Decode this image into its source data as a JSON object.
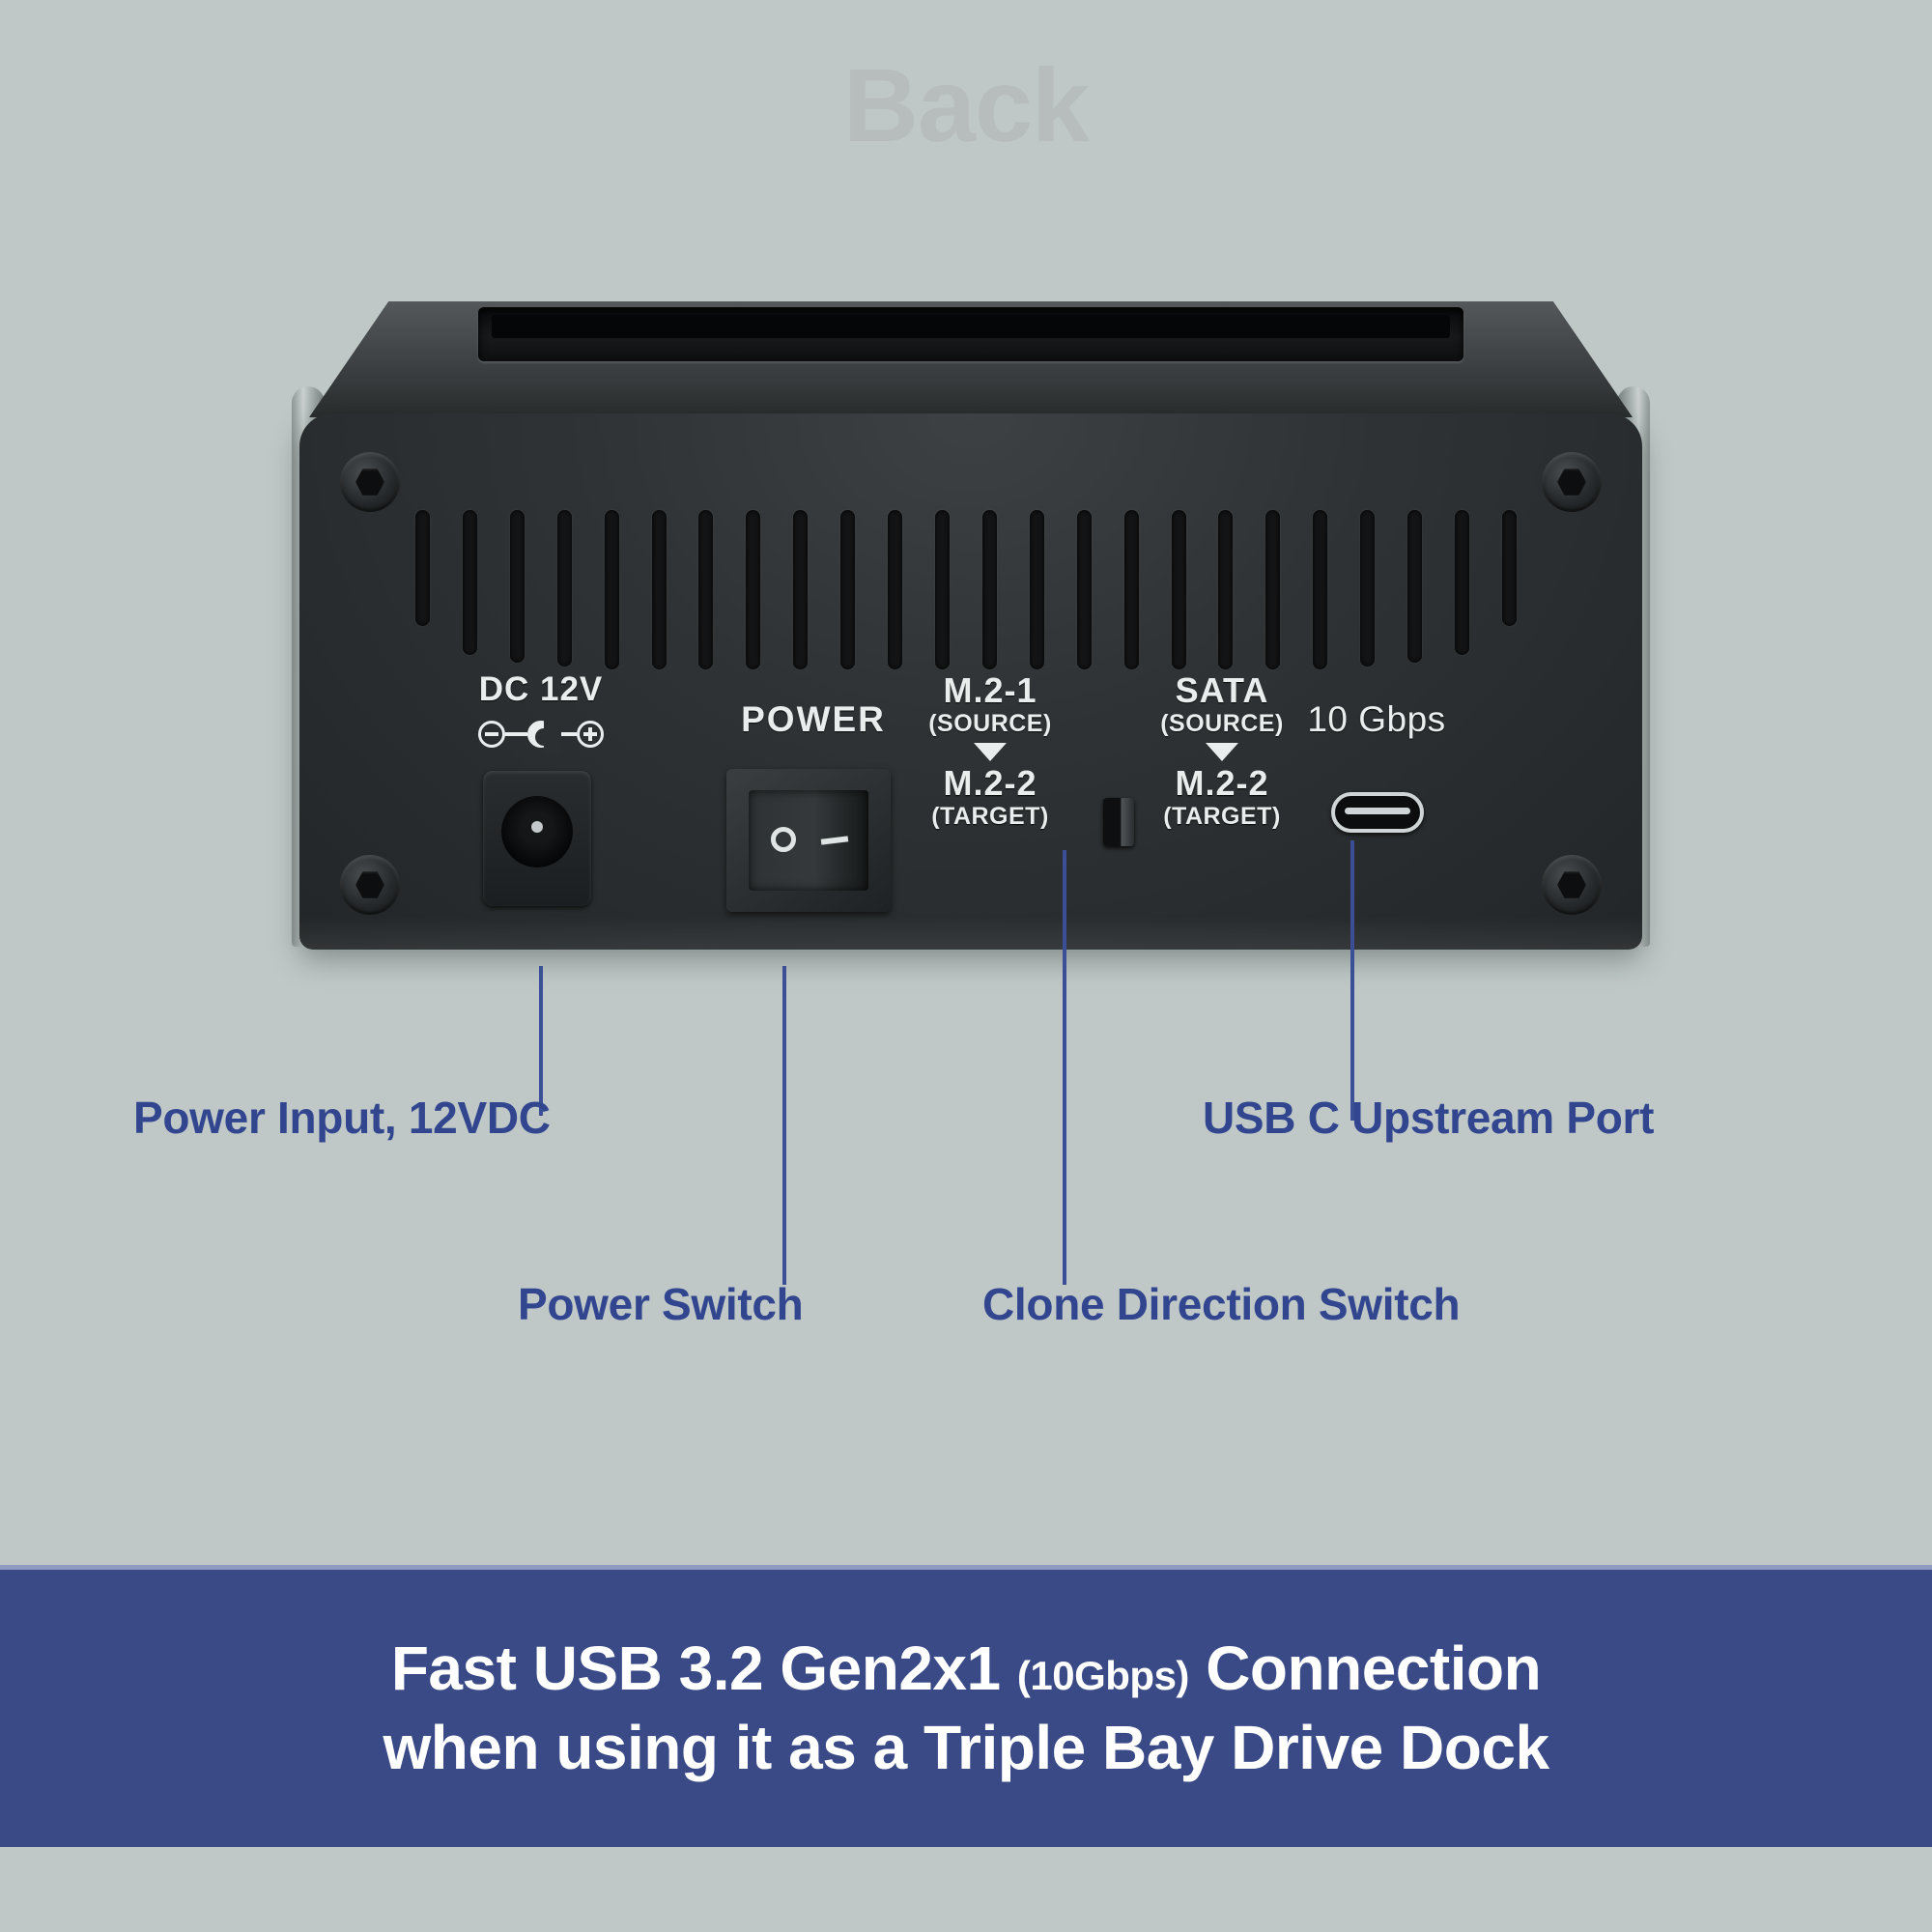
{
  "title": "Back",
  "device": {
    "panel_labels": {
      "dc": "DC 12V",
      "dc_polarity_icon": "dc-polarity-icon",
      "power": "POWER",
      "usb_speed": "10 Gbps"
    },
    "clone_switch": {
      "left": {
        "source": "M.2-1",
        "source_note": "(SOURCE)",
        "arrow": "▼",
        "target": "M.2-2",
        "target_note": "(TARGET)"
      },
      "right": {
        "source": "SATA",
        "source_note": "(SOURCE)",
        "arrow": "▼",
        "target": "M.2-2",
        "target_note": "(TARGET)"
      }
    },
    "power_switch_marks": {
      "off": "O",
      "on": "—"
    }
  },
  "callouts": [
    {
      "label": "Power Input, 12VDC"
    },
    {
      "label": "Power Switch"
    },
    {
      "label": "Clone Direction Switch"
    },
    {
      "label": "USB C Upstream Port"
    }
  ],
  "banner": {
    "line1_a": "Fast USB 3.2 Gen2x1",
    "line1_small": "(10Gbps)",
    "line1_b": "Connection",
    "line2": "when using it as a Triple Bay Drive Dock"
  },
  "colors": {
    "background": "#bfc8c7",
    "banner_bg": "#394a87",
    "callout_text": "#31468f",
    "callout_line": "#3a4f96",
    "title": "#b6bdbc"
  }
}
